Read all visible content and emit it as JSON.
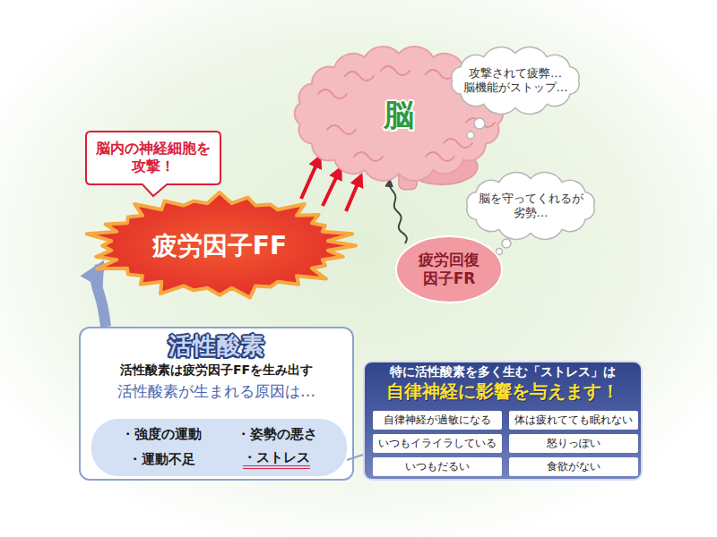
{
  "diagram": {
    "nodes": [
      {
        "text": [
          "脳"
        ]
      },
      {
        "text": [
          "攻撃されて疲弊… 脳機能がストップ…"
        ]
      },
      {
        "text": [
          "脳内の神経細胞を 攻撃！"
        ]
      },
      {
        "text": [
          "脳を守ってくれるが 劣勢…"
        ]
      },
      {
        "text": [
          "疲労因子FF"
        ]
      },
      {
        "text": [
          "疲労回復 因子FR"
        ]
      },
      {
        "text": [
          "活性酸素",
          "活性酸素は疲労因子FFを生み出す",
          "活性酸素が生まれる原因は…"
        ]
      },
      {
        "text": [
          "・強度の運動",
          "・姿勢の悪さ",
          "・運動不足",
          "・ストレス"
        ],
        "in": 6
      },
      {
        "text": [
          "特に活性酸素を多く生む「ストレス」は",
          "自律神経に影響を与えます！"
        ]
      },
      {
        "text": [
          "自律神経が過敏になる"
        ],
        "in": 8
      },
      {
        "text": [
          "体は疲れてても眠れない"
        ],
        "in": 8
      },
      {
        "text": [
          "いつもイライラしている"
        ],
        "in": 8
      },
      {
        "text": [
          "怒りっぽい"
        ],
        "in": 8
      },
      {
        "text": [
          "いつもだるい"
        ],
        "in": 8
      },
      {
        "text": [
          "食欲がない"
        ],
        "in": 8
      }
    ],
    "edges": [
      {
        "from": 4,
        "to": 0,
        "arrow": "to"
      },
      {
        "from": 4,
        "to": 0,
        "arrow": "to"
      },
      {
        "from": 4,
        "to": 0,
        "arrow": "to"
      },
      {
        "from": 5,
        "to": 0,
        "arrow": "to"
      },
      {
        "from": 6,
        "to": 4,
        "arrow": "to"
      },
      {
        "from": 7,
        "to": 8,
        "arrow": "none"
      }
    ]
  }
}
